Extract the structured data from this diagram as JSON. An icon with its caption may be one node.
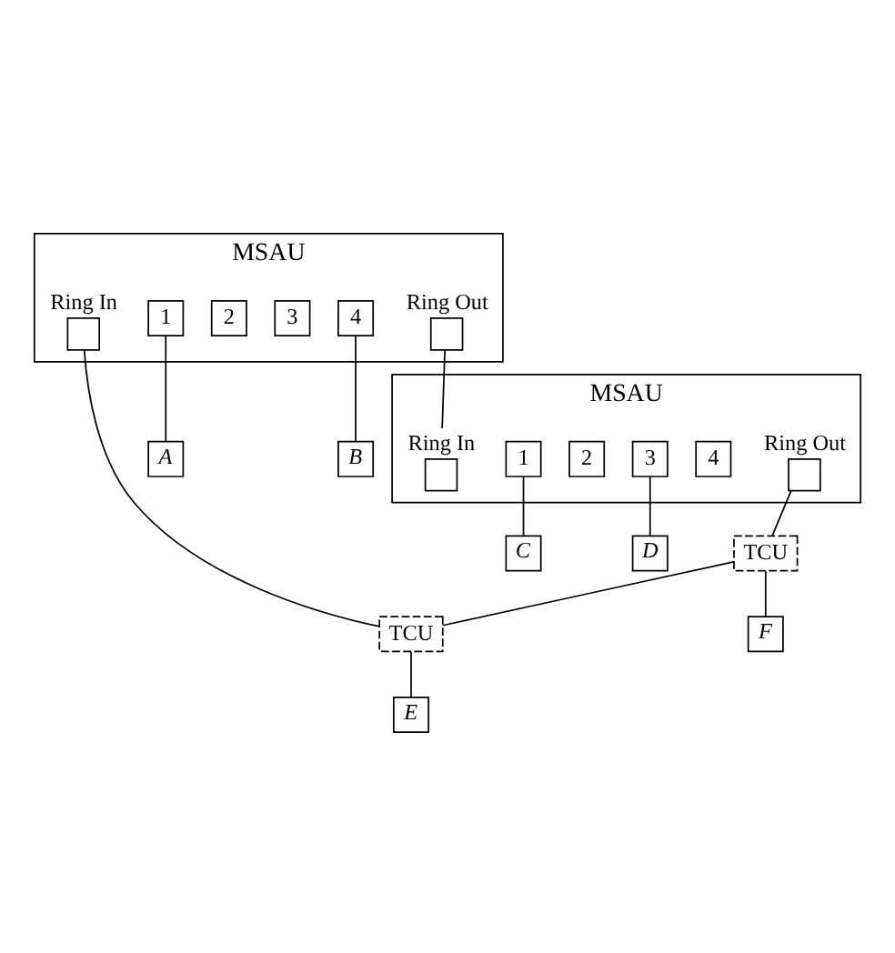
{
  "diagram": {
    "nodes": [
      {
        "text": [
          "MSAU"
        ]
      },
      {
        "text": [],
        "shape": "box",
        "beside": [
          "Ring In"
        ],
        "in": 0
      },
      {
        "text": [
          "1"
        ],
        "in": 0
      },
      {
        "text": [
          "2"
        ],
        "in": 0
      },
      {
        "text": [
          "3"
        ],
        "in": 0
      },
      {
        "text": [
          "4"
        ],
        "in": 0
      },
      {
        "text": [],
        "shape": "box",
        "beside": [
          "Ring Out"
        ],
        "in": 0
      },
      {
        "text": [
          "A"
        ]
      },
      {
        "text": [
          "B"
        ]
      },
      {
        "text": [
          "TCU"
        ]
      },
      {
        "text": [
          "E"
        ]
      },
      {
        "text": [
          "MSAU"
        ]
      },
      {
        "text": [],
        "shape": "box",
        "beside": [
          "Ring In"
        ],
        "in": 11
      },
      {
        "text": [
          "1"
        ],
        "in": 11
      },
      {
        "text": [
          "2"
        ],
        "in": 11
      },
      {
        "text": [
          "3"
        ],
        "in": 11
      },
      {
        "text": [
          "4"
        ],
        "in": 11
      },
      {
        "text": [],
        "shape": "box",
        "beside": [
          "Ring Out"
        ],
        "in": 11
      },
      {
        "text": [
          "C"
        ]
      },
      {
        "text": [
          "D"
        ]
      },
      {
        "text": [
          "TCU"
        ]
      },
      {
        "text": [
          "F"
        ]
      }
    ],
    "edges": [
      {
        "from": 2,
        "to": 7,
        "arrow": "none"
      },
      {
        "from": 5,
        "to": 8,
        "arrow": "none"
      },
      {
        "from": 1,
        "to": 9,
        "arrow": "none"
      },
      {
        "from": 9,
        "to": 10,
        "arrow": "none"
      },
      {
        "from": 6,
        "to": 12,
        "arrow": "none"
      },
      {
        "from": 13,
        "to": 18,
        "arrow": "none"
      },
      {
        "from": 15,
        "to": 19,
        "arrow": "none"
      },
      {
        "from": 17,
        "to": 20,
        "arrow": "none"
      },
      {
        "from": 20,
        "to": 21,
        "arrow": "none"
      },
      {
        "from": 20,
        "to": 9,
        "arrow": "none"
      }
    ]
  }
}
